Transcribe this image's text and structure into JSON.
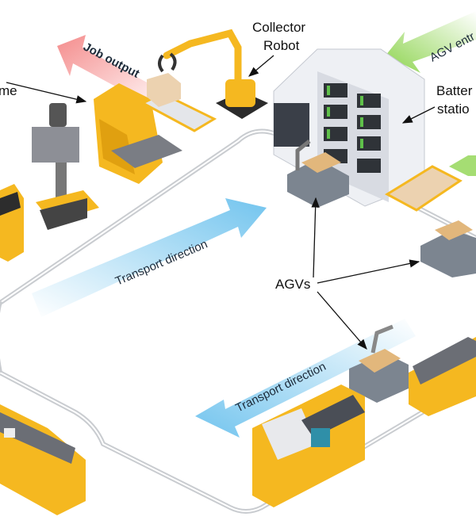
{
  "labels": {
    "collector_robot_line1": "Collector",
    "collector_robot_line2": "Robot",
    "machine_partial": "me",
    "job_output": "Job output",
    "agv_entrance_partial": "AGV entr",
    "battery_station_line1": "Batter",
    "battery_station_line2": "statio",
    "agvs": "AGVs",
    "transport_direction_upper": "Transport direction",
    "transport_direction_lower": "Transport direction"
  },
  "colors": {
    "machine_yellow": "#f5b820",
    "job_output_arrow": "#f4a0a0",
    "agv_entrance_arrow": "#9fd86a",
    "transport_arrow": "#8fd0f0",
    "track": "#c9ccd0",
    "agv_body": "#7c8590"
  }
}
